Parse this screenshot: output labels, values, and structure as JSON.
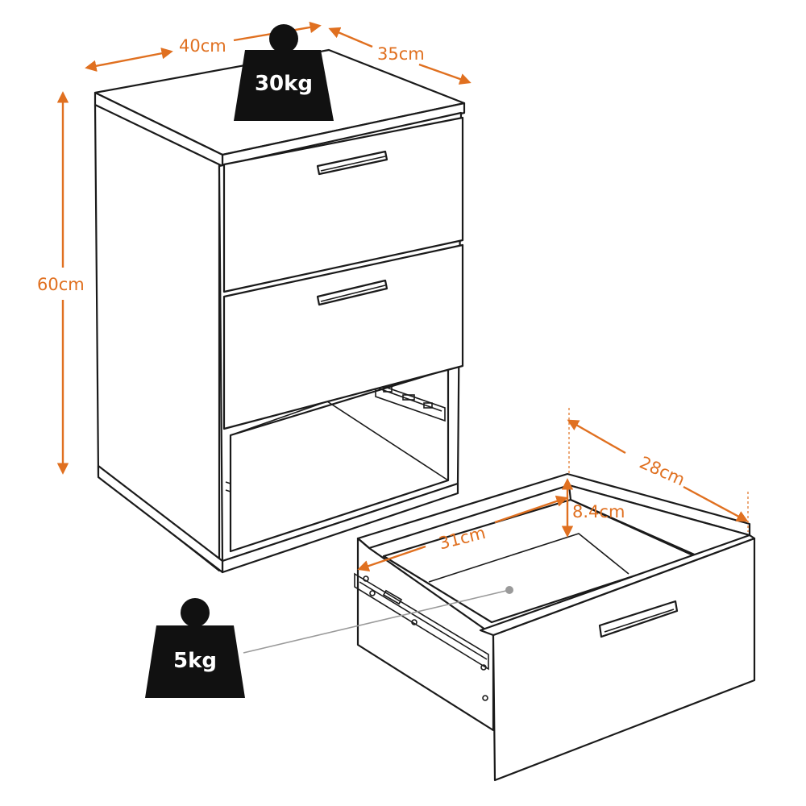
{
  "dimensions": {
    "width": "40cm",
    "depth": "35cm",
    "height": "60cm",
    "drawer_depth": "28cm",
    "drawer_width": "31cm",
    "drawer_height": "8.4cm"
  },
  "loads": {
    "top": "30kg",
    "drawer": "5kg"
  },
  "colors": {
    "dimension": "#e07020",
    "outline": "#1a1a1a",
    "weight": "#111111",
    "leader": "#9a9a9a"
  }
}
